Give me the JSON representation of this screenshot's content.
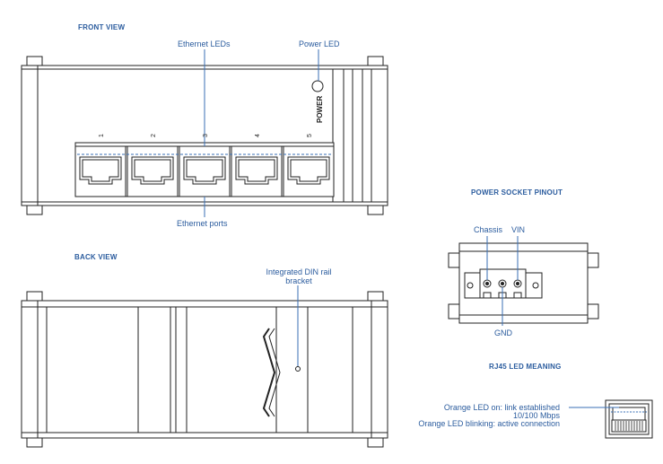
{
  "headings": {
    "front_view": "FRONT VIEW",
    "back_view": "BACK VIEW",
    "power_socket_pinout": "POWER SOCKET PINOUT",
    "rj45_led_meaning": "RJ45 LED MEANING"
  },
  "front": {
    "ethernet_leds": "Ethernet LEDs",
    "power_led": "Power LED",
    "power_text": "POWER",
    "ethernet_ports": "Ethernet ports",
    "port_numbers": [
      "1",
      "2",
      "3",
      "4",
      "5"
    ]
  },
  "back": {
    "din_rail_line1": "Integrated DIN rail",
    "din_rail_line2": "bracket"
  },
  "socket": {
    "chassis": "Chassis",
    "vin": "VIN",
    "gnd": "GND"
  },
  "rj45": {
    "line1": "Orange LED on: link established",
    "line2": "10/100 Mbps",
    "line3": "Orange LED blinking: active connection"
  },
  "colors": {
    "label_blue": "#2b5c9e",
    "line": "#222222",
    "led_dash": "#3a6fb5"
  }
}
